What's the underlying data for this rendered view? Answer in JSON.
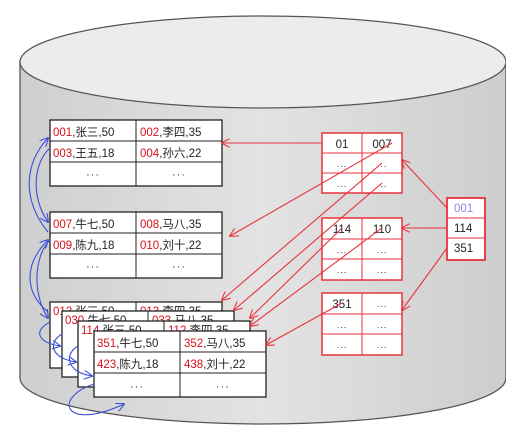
{
  "colors": {
    "red": "#e8323c",
    "blue": "#3b4fd8",
    "black": "#222222",
    "cylinder_side": "#d9d9d9",
    "cylinder_top": "#ececec"
  },
  "ellipsis": "···",
  "data_pages": [
    {
      "cells": [
        {
          "id": "001",
          "text": ",张三,50"
        },
        {
          "id": "002",
          "text": ",李四,35"
        },
        {
          "id": "003",
          "text": ",王五,18"
        },
        {
          "id": "004",
          "text": ",孙六,22"
        }
      ]
    },
    {
      "cells": [
        {
          "id": "007",
          "text": ",牛七,50"
        },
        {
          "id": "008",
          "text": ",马八,35"
        },
        {
          "id": "009",
          "text": ",陈九,18"
        },
        {
          "id": "010",
          "text": ",刘十,22"
        }
      ]
    },
    {
      "cells": [
        {
          "id": "351",
          "text": ",牛七,50"
        },
        {
          "id": "352",
          "text": ",马八,35"
        },
        {
          "id": "423",
          "text": ",陈九,18"
        },
        {
          "id": "438",
          "text": ",刘十,22"
        }
      ]
    }
  ],
  "stacked_pages": [
    {
      "left_id": "012",
      "left_text": ",张三,50",
      "right_id": "013",
      "right_text": ",李四,35"
    },
    {
      "left_id": "030",
      "left_text": ",牛七,50",
      "right_id": "033",
      "right_text": ",马八,35"
    },
    {
      "left_id": "114",
      "left_text": ",张三,50",
      "right_id": "112",
      "right_text": ",李四,35"
    }
  ],
  "index_nodes": [
    {
      "cells": [
        "01",
        "007",
        "...",
        "...",
        "...",
        "..."
      ]
    },
    {
      "cells": [
        "114",
        "110",
        "...",
        "...",
        "...",
        "..."
      ]
    },
    {
      "cells": [
        "351",
        "...",
        "...",
        "...",
        "...",
        "..."
      ]
    }
  ],
  "root_node": {
    "cells": [
      "001",
      "114",
      "351"
    ]
  }
}
